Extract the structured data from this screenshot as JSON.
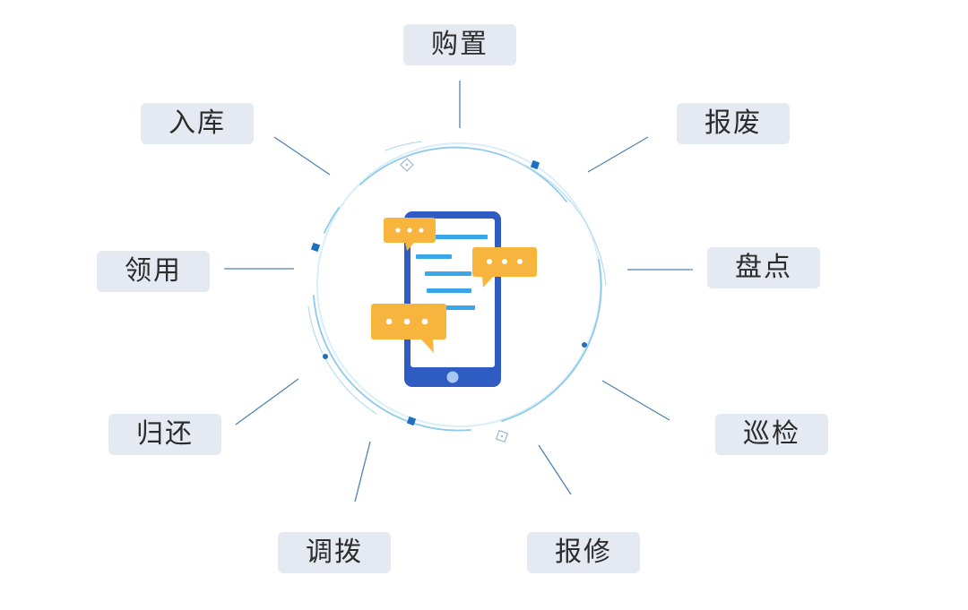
{
  "labels": [
    "购置",
    "报废",
    "盘点",
    "巡检",
    "报修",
    "调拨",
    "归还",
    "领用",
    "入库"
  ],
  "colors": {
    "label_bg": "#e4e9f2",
    "label_text": "#2c2c2c",
    "connector": "#4f82b0",
    "ring": "#8ecbea",
    "phone_frame": "#2f5cc2",
    "phone_lines": "#3aa6ea",
    "bubble": "#f8b53e"
  },
  "icons": [
    "phone-icon",
    "chat-bubble-icon"
  ]
}
